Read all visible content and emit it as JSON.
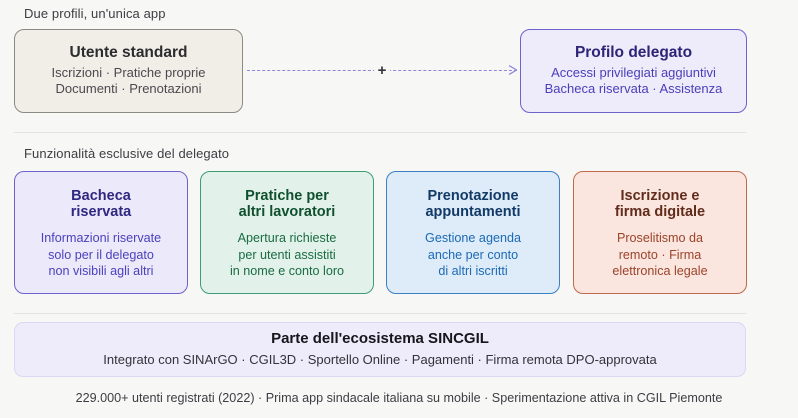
{
  "sections": {
    "top": {
      "caption": "Due profili, un'unica app",
      "standard_card": {
        "title": "Utente standard",
        "line1": "Iscrizioni · Pratiche proprie",
        "line2": "Documenti · Prenotazioni",
        "bg": "#f1eee8",
        "border": "#8d8a83"
      },
      "connector": {
        "symbol": "+",
        "style": "dashed-arrow",
        "color": "#8f86dd"
      },
      "delegate_card": {
        "title": "Profilo delegato",
        "line1": "Accessi privilegiati aggiuntivi",
        "line2": "Bacheca riservata · Assistenza",
        "bg": "#eeebfb",
        "border": "#6e63cc"
      }
    },
    "middle": {
      "caption": "Funzionalità esclusive del delegato",
      "cards": [
        {
          "title_line1": "Bacheca",
          "title_line2": "riservata",
          "body_line1": "Informazioni riservate",
          "body_line2": "solo per il delegato",
          "body_line3": "non visibili agli altri",
          "bg": "#ece9fb",
          "border": "#6e63cc",
          "title_color": "#2f2880",
          "body_color": "#4b41bd"
        },
        {
          "title_line1": "Pratiche per",
          "title_line2": "altri lavoratori",
          "body_line1": "Apertura richieste",
          "body_line2": "per utenti assistiti",
          "body_line3": "in nome e conto loro",
          "bg": "#e2f2ea",
          "border": "#3e9d72",
          "title_color": "#11502f",
          "body_color": "#1a6b41"
        },
        {
          "title_line1": "Prenotazione",
          "title_line2": "appuntamenti",
          "body_line1": "Gestione agenda",
          "body_line2": "anche per conto",
          "body_line3": "di altri iscritti",
          "bg": "#deebf9",
          "border": "#3b7fc4",
          "title_color": "#123a66",
          "body_color": "#1b6ab5"
        },
        {
          "title_line1": "Iscrizione e",
          "title_line2": "firma digitale",
          "body_line1": "Proselitismo da",
          "body_line2": "remoto · Firma",
          "body_line3": "elettronica legale",
          "bg": "#fae6df",
          "border": "#c06a4b",
          "title_color": "#612c1b",
          "body_color": "#9c432a"
        }
      ]
    },
    "ecosystem": {
      "title": "Parte dell'ecosistema SINCGIL",
      "subtitle": "Integrato con SINArGO · CGIL3D · Sportello Online · Pagamenti · Firma remota DPO-approvata",
      "bg": "#eeebfb",
      "border": "#ddd7f4"
    },
    "footer": {
      "note": "229.000+ utenti registrati (2022) · Prima app sindacale italiana su mobile · Sperimentazione attiva in CGIL Piemonte"
    }
  }
}
